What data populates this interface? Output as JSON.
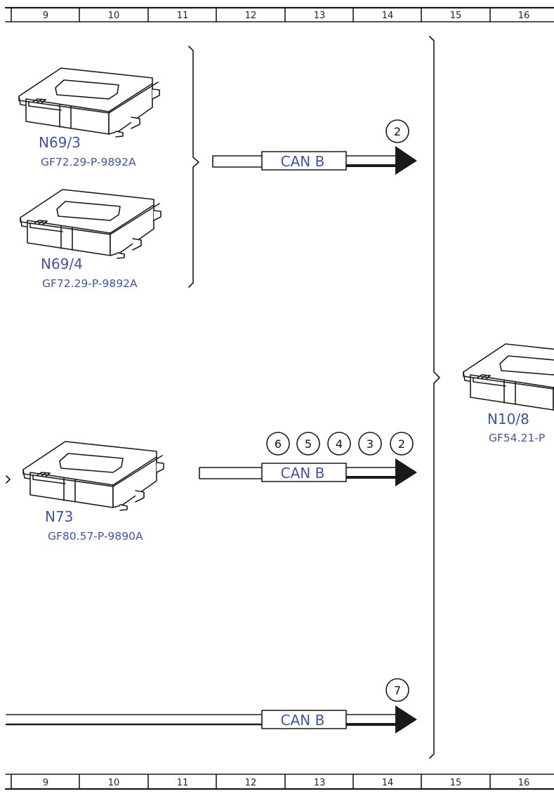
{
  "grid": {
    "columns": [
      "9",
      "10",
      "11",
      "12",
      "13",
      "14",
      "15",
      "16"
    ]
  },
  "modules": [
    {
      "name": "N69/3",
      "ref": "GF72.29-P-9892A",
      "icon": "control-unit-icon"
    },
    {
      "name": "N69/4",
      "ref": "GF72.29-P-9892A",
      "icon": "control-unit-icon"
    },
    {
      "name": "N73",
      "ref": "GF80.57-P-9890A",
      "icon": "control-unit-icon"
    },
    {
      "name": "N10/8",
      "ref": "GF54.21-P",
      "icon": "control-unit-icon"
    }
  ],
  "buses": [
    {
      "label": "CAN B",
      "markers": [
        "2"
      ]
    },
    {
      "label": "CAN B",
      "markers": [
        "6",
        "5",
        "4",
        "3",
        "2"
      ]
    },
    {
      "label": "CAN B",
      "markers": [
        "7"
      ]
    }
  ],
  "colors": {
    "label_blue": "#3f55a6",
    "line": "#1a1a1a"
  }
}
